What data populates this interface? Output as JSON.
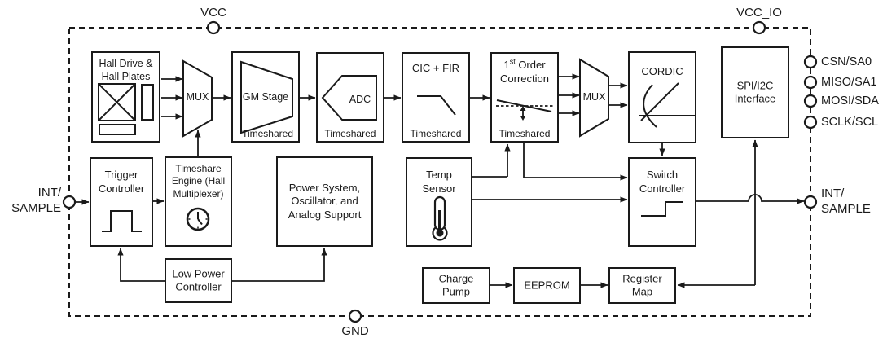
{
  "colors": {
    "line": "#1a1a1a",
    "background": "#ffffff"
  },
  "pins": {
    "vcc": "VCC",
    "vcc_io": "VCC_IO",
    "gnd": "GND",
    "int_sample_left": "INT/\nSAMPLE",
    "int_sample_right": "INT/\nSAMPLE",
    "io": [
      {
        "label": "CSN/SA0"
      },
      {
        "label": "MISO/SA1"
      },
      {
        "label": "MOSI/SDA"
      },
      {
        "label": "SCLK/SCL"
      }
    ]
  },
  "timeshared_label": "Timeshared",
  "blocks": {
    "hall": {
      "label": "Hall Drive &\nHall Plates"
    },
    "mux1": {
      "label": "MUX"
    },
    "gm": {
      "label": "GM Stage"
    },
    "adc": {
      "label": "ADC"
    },
    "cic": {
      "label": "CIC + FIR"
    },
    "first_order": {
      "prefix": "1",
      "sup": "st",
      "suffix": " Order\nCorrection"
    },
    "mux2": {
      "label": "MUX"
    },
    "cordic": {
      "label": "CORDIC"
    },
    "spi": {
      "label": "SPI/I2C\nInterface"
    },
    "trigger": {
      "label": "Trigger\nController"
    },
    "timeshare": {
      "label": "Timeshare\nEngine (Hall\nMultiplexer)"
    },
    "power": {
      "label": "Power System,\nOscillator, and\nAnalog Support"
    },
    "temp": {
      "label": "Temp\nSensor"
    },
    "switch": {
      "label": "Switch\nController"
    },
    "low_power": {
      "label": "Low Power\nController"
    },
    "charge_pump": {
      "label": "Charge\nPump"
    },
    "eeprom": {
      "label": "EEPROM"
    },
    "register_map": {
      "label": "Register\nMap"
    }
  }
}
